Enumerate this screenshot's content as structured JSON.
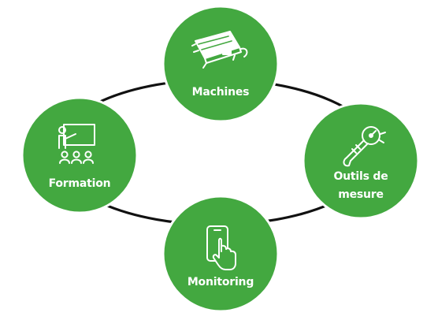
{
  "nodes": {
    "machines": {
      "label": "Machines",
      "icon": "compressor-icon"
    },
    "formation": {
      "label": "Formation",
      "icon": "training-presentation-icon"
    },
    "outils": {
      "label_line1": "Outils de",
      "label_line2": "mesure",
      "icon": "wrench-gauge-icon"
    },
    "monitoring": {
      "label": "Monitoring",
      "icon": "smartphone-touch-icon"
    }
  },
  "colors": {
    "circle_fill": "#43a840",
    "circle_ring": "#ffffff",
    "connector": "#111111",
    "text": "#ffffff"
  }
}
